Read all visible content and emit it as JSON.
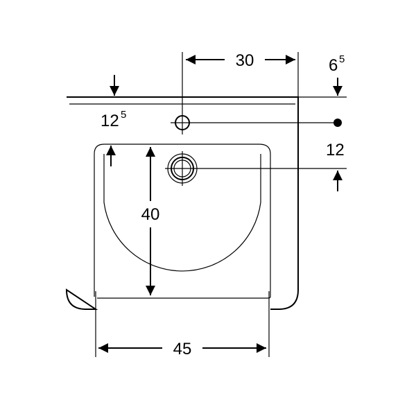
{
  "dimensions": {
    "width_top": {
      "main": "30"
    },
    "right_top": {
      "main": "6",
      "sup": "5"
    },
    "left_offset": {
      "main": "12",
      "sup": "5"
    },
    "right_offset": {
      "main": "12"
    },
    "bowl_depth": {
      "main": "40"
    },
    "bowl_width": {
      "main": "45"
    }
  }
}
